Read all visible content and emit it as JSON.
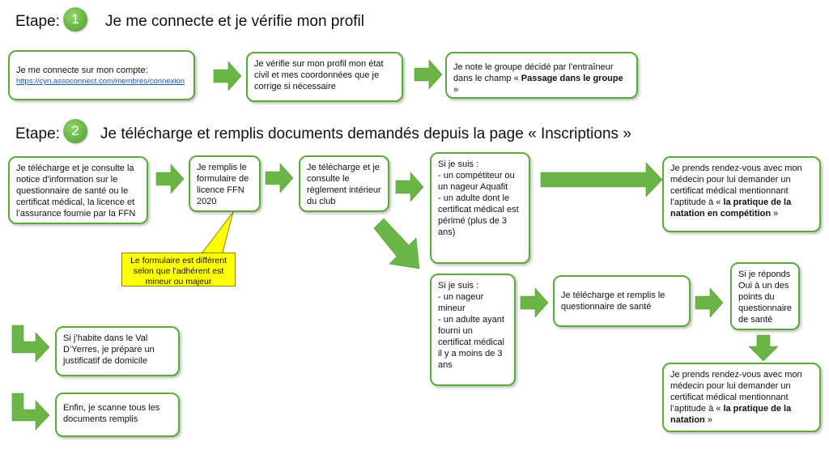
{
  "colors": {
    "border": "#5bab3a",
    "arrow": "#6ab545",
    "callout": "#ffff00"
  },
  "step1": {
    "label": "Etape:",
    "number": "1",
    "title": "Je me connecte et je vérifie mon profil",
    "box_connect": {
      "text": "Je me connecte sur mon compte:",
      "link": "https://cyn.assoconnect.com/membres/connexion"
    },
    "box_verify": {
      "text": "Je vérifie sur mon profil mon état civil et mes coordonnées que je corrige si nécessaire"
    },
    "box_group": {
      "text_before": "Je note le groupe décidé par l’entraîneur dans le champ « ",
      "bold": "Passage dans le groupe",
      "text_after": " »"
    }
  },
  "step2": {
    "label": "Etape:",
    "number": "2",
    "title": "Je télécharge et remplis documents demandés depuis la page « Inscriptions »",
    "box_notice": {
      "text": "Je télécharge et je consulte la notice d’information sur le questionnaire de santé ou le certificat médical, la licence et l’assurance fournie par la FFN"
    },
    "box_licence": {
      "text": "Je remplis le formulaire de licence FFN 2020"
    },
    "callout": {
      "text": "Le formulaire est différent selon que l’adhérent est mineur ou majeur"
    },
    "box_reglement": {
      "text": "Je télécharge et je consulte le règlement intérieur du club"
    },
    "box_competitor": {
      "lines": [
        "Si je suis :",
        "- un compétiteur ou un nageur Aquafit",
        "- un adulte dont le certificat médical est périmé (plus de 3 ans)"
      ]
    },
    "box_rdv_competition": {
      "text_before": "Je prends rendez-vous avec mon médecin pour lui demander un certificat médical mentionnant l’aptitude à « ",
      "bold": "la pratique de la natation en compétition",
      "text_after": " »"
    },
    "box_mineur": {
      "lines": [
        "Si je suis :",
        "- un nageur mineur",
        "- un adulte ayant fourni un certificat médical il y a moins de 3 ans"
      ]
    },
    "box_questionnaire": {
      "text": "Je télécharge et remplis le questionnaire de santé"
    },
    "box_oui": {
      "text": "Si je réponds Oui à un des points du questionnaire de santé"
    },
    "box_rdv_natation": {
      "text_before": "Je prends rendez-vous avec mon médecin pour lui demander un certificat médical mentionnant l’aptitude à « ",
      "bold": "la pratique de la natation",
      "text_after": " »"
    },
    "box_domicile": {
      "text": "Si j’habite dans le Val D’Yerres, je prépare un justificatif de domicile"
    },
    "box_scan": {
      "text": "Enfin, je scanne tous les documents remplis"
    }
  }
}
